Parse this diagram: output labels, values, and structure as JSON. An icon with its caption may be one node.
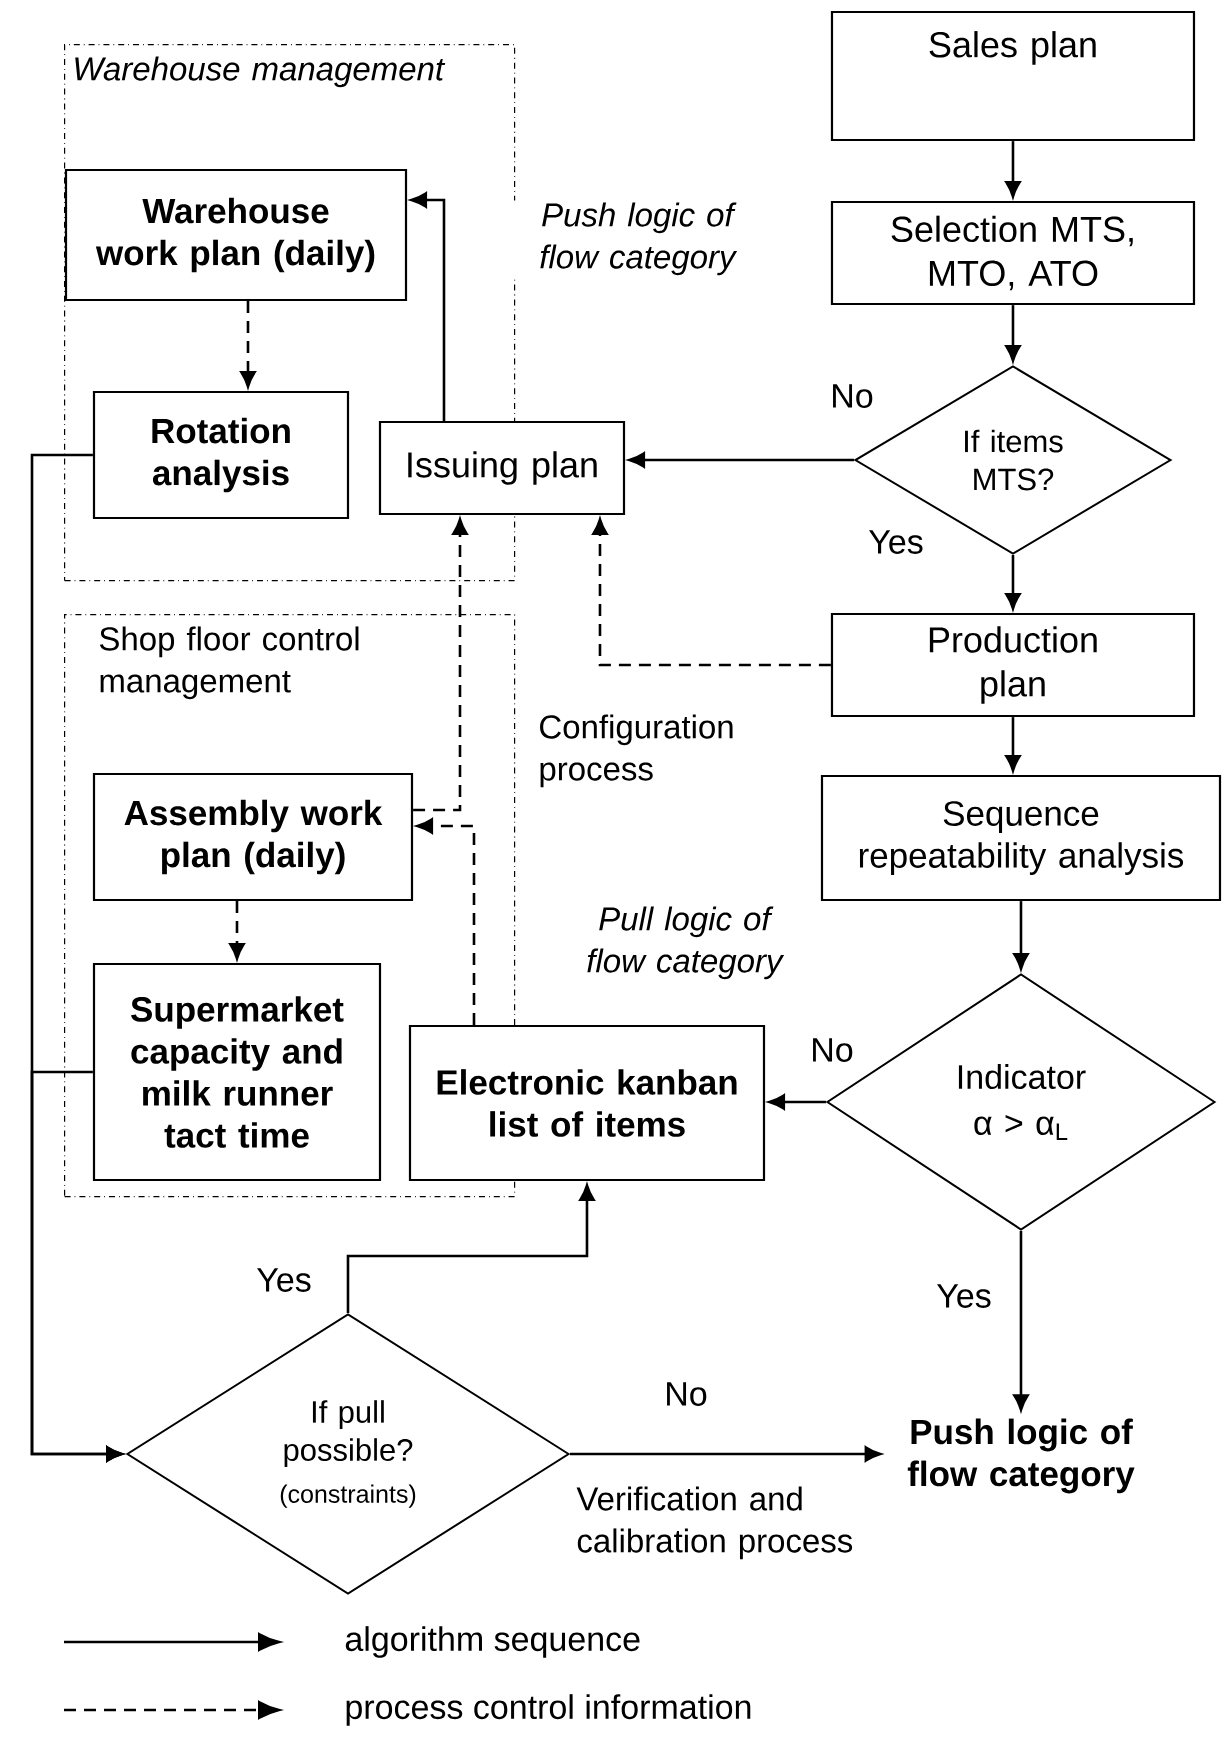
{
  "diagram": {
    "nodes": [
      {
        "text": [
          "Warehouse management"
        ]
      },
      {
        "text": [
          "Warehouse work plan (daily)"
        ],
        "in": 0
      },
      {
        "text": [
          "Rotation analysis"
        ],
        "in": 0
      },
      {
        "text": [
          "Issuing plan"
        ]
      },
      {
        "text": [
          "Sales plan"
        ]
      },
      {
        "text": [
          "Selection MTS, MTO, ATO"
        ]
      },
      {
        "text": [
          "If items MTS?"
        ]
      },
      {
        "text": [
          "Production plan"
        ]
      },
      {
        "text": [
          "Sequence repeatability analysis"
        ]
      },
      {
        "text": [
          "Shop floor control management"
        ]
      },
      {
        "text": [
          "Assembly work plan (daily)"
        ],
        "in": 9
      },
      {
        "text": [
          "Supermarket capacity and milk runner tact time"
        ],
        "in": 9
      },
      {
        "text": [
          "Electronic kanban list of items"
        ]
      },
      {
        "text": [
          "Indicator",
          "α > α$_{L}$"
        ]
      },
      {
        "text": [
          "Push logic of flow category"
        ]
      },
      {
        "text": [
          "If pull possible?",
          "(constraints)"
        ]
      }
    ],
    "edges": [
      {
        "from": 4,
        "to": 5,
        "arrow": "to"
      },
      {
        "from": 5,
        "to": 6,
        "arrow": "to"
      },
      {
        "from": 6,
        "to": 3,
        "arrow": "to",
        "label": "No"
      },
      {
        "from": 6,
        "to": 7,
        "arrow": "to",
        "label": "Yes"
      },
      {
        "from": 3,
        "to": 1,
        "arrow": "to"
      },
      {
        "from": 1,
        "to": 2,
        "arrow": "to",
        "style": "dashed"
      },
      {
        "from": 7,
        "to": 8,
        "arrow": "to"
      },
      {
        "from": 8,
        "to": 13,
        "arrow": "to"
      },
      {
        "from": 13,
        "to": 12,
        "arrow": "to",
        "label": "No"
      },
      {
        "from": 13,
        "to": 14,
        "arrow": "to",
        "label": "Yes"
      },
      {
        "from": 7,
        "to": 3,
        "arrow": "to",
        "style": "dashed"
      },
      {
        "from": 10,
        "to": 3,
        "arrow": "to",
        "style": "dashed"
      },
      {
        "from": 12,
        "to": 10,
        "arrow": "to",
        "style": "dashed"
      },
      {
        "from": 10,
        "to": 11,
        "arrow": "to",
        "style": "dashed"
      },
      {
        "from": 2,
        "to": 15,
        "arrow": "to"
      },
      {
        "from": 11,
        "to": 15,
        "arrow": "to"
      },
      {
        "from": 15,
        "to": 12,
        "arrow": "to",
        "label": "Yes"
      },
      {
        "from": 15,
        "to": 14,
        "arrow": "to",
        "label": "No"
      }
    ],
    "labels": [
      "Push logic of flow category",
      "Configuration process",
      "Pull logic of flow category",
      "Verification and calibration process"
    ],
    "legend": [
      {
        "text": "algorithm sequence"
      },
      {
        "text": "process control information"
      }
    ]
  }
}
